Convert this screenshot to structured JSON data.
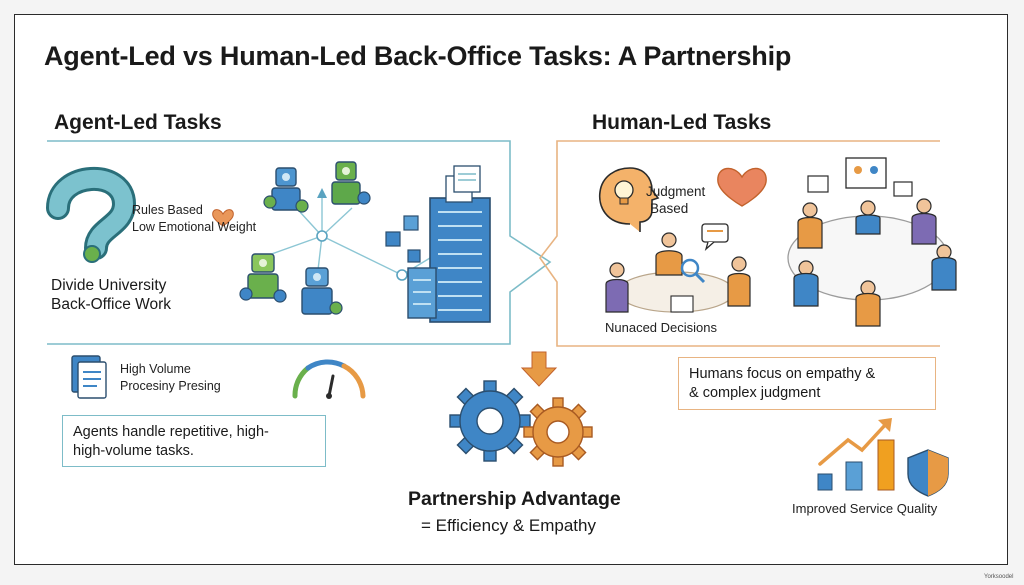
{
  "title": "Agent-Led vs Human-Led Back-Office Tasks: A Partnership",
  "agent": {
    "heading": "Agent-Led Tasks",
    "traits": [
      "Rules Based",
      "Low Emotional Weight"
    ],
    "divide": [
      "Divide University",
      "Back-Office Work"
    ],
    "volume": [
      "High Volume",
      "Procesiny Presing"
    ],
    "summary": [
      "Agents handle repetitive, high-",
      "high-volume tasks."
    ]
  },
  "human": {
    "heading": "Human-Led Tasks",
    "judgment": [
      "Judgment",
      "Based"
    ],
    "nuanced": "Nunaced Decisions",
    "summary": [
      "Humans focus on empathy &",
      "& complex judgment"
    ],
    "improved": "Improved Service Quality"
  },
  "partnership": {
    "title": "Partnership Advantage",
    "equation": "= Efficiency & Empathy"
  },
  "watermark": "Yorksoodel",
  "colors": {
    "teal": "#7dbcc8",
    "orange": "#e79a45",
    "blue": "#3f86c6",
    "green": "#6ab04c",
    "gold": "#f0a020"
  },
  "icons": [
    "question-mark-icon",
    "heart-icon",
    "robot-icon",
    "server-rack-icon",
    "document-icon",
    "gauge-icon",
    "lightbulb-head-icon",
    "gear-icon",
    "arrow-down-icon",
    "bar-chart-icon",
    "shield-icon",
    "team-meeting-icon"
  ]
}
